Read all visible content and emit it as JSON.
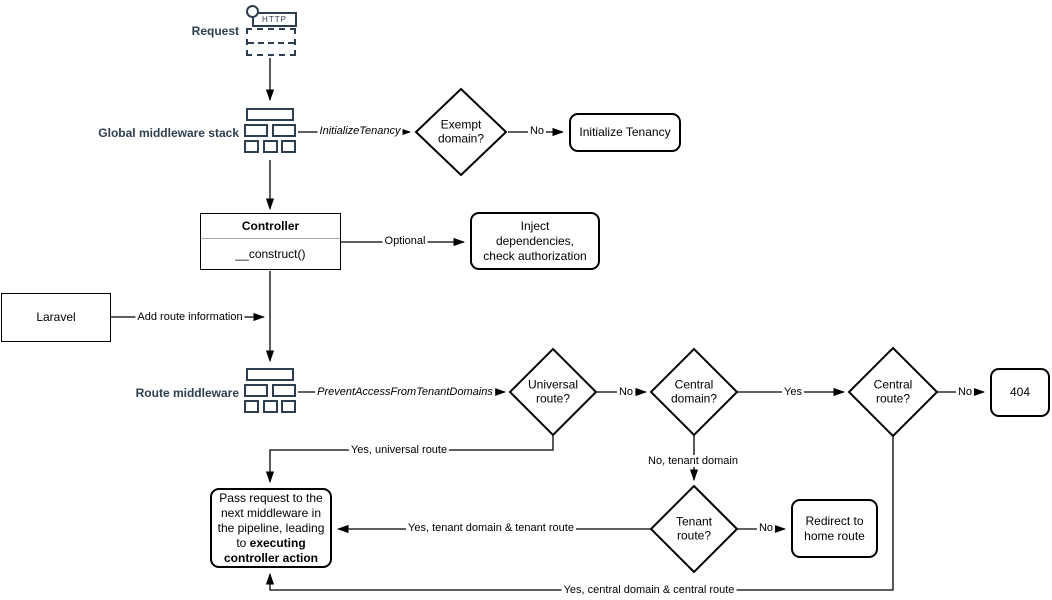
{
  "colors": {
    "background": "#ffffff",
    "shape_stroke": "#000000",
    "icon_stroke": "#2d3e50"
  },
  "icons": {
    "request_label": "Request",
    "http_label": "HTTP",
    "global_middleware_label": "Global middleware stack",
    "route_middleware_label": "Route middleware"
  },
  "nodes": {
    "exempt_domain": "Exempt domain?",
    "initialize_tenancy": "Initialize Tenancy",
    "controller_title": "Controller",
    "controller_method": "__construct()",
    "inject_dependencies": "Inject dependencies, check authorization",
    "laravel": "Laravel",
    "universal_route": "Universal route?",
    "central_domain": "Central domain?",
    "central_route": "Central route?",
    "not_found": "404",
    "tenant_route": "Tenant route?",
    "redirect_home": "Redirect to home route",
    "pass_request_normal": "Pass request to the next middleware in the pipeline, leading to ",
    "pass_request_bold": "executing controller action"
  },
  "edge_labels": {
    "initialize_tenancy_mw": "InitializeTenancy",
    "exempt_no": "No",
    "optional": "Optional",
    "add_route_information": "Add route information",
    "prevent_access_mw": "PreventAccessFromTenantDomains",
    "universal_no": "No",
    "central_domain_yes": "Yes",
    "central_route_no": "No",
    "yes_universal_route": "Yes, universal route",
    "no_tenant_domain": "No, tenant domain",
    "tenant_route_no": "No",
    "yes_tenant": "Yes, tenant domain & tenant route",
    "yes_central": "Yes, central domain & central route"
  }
}
